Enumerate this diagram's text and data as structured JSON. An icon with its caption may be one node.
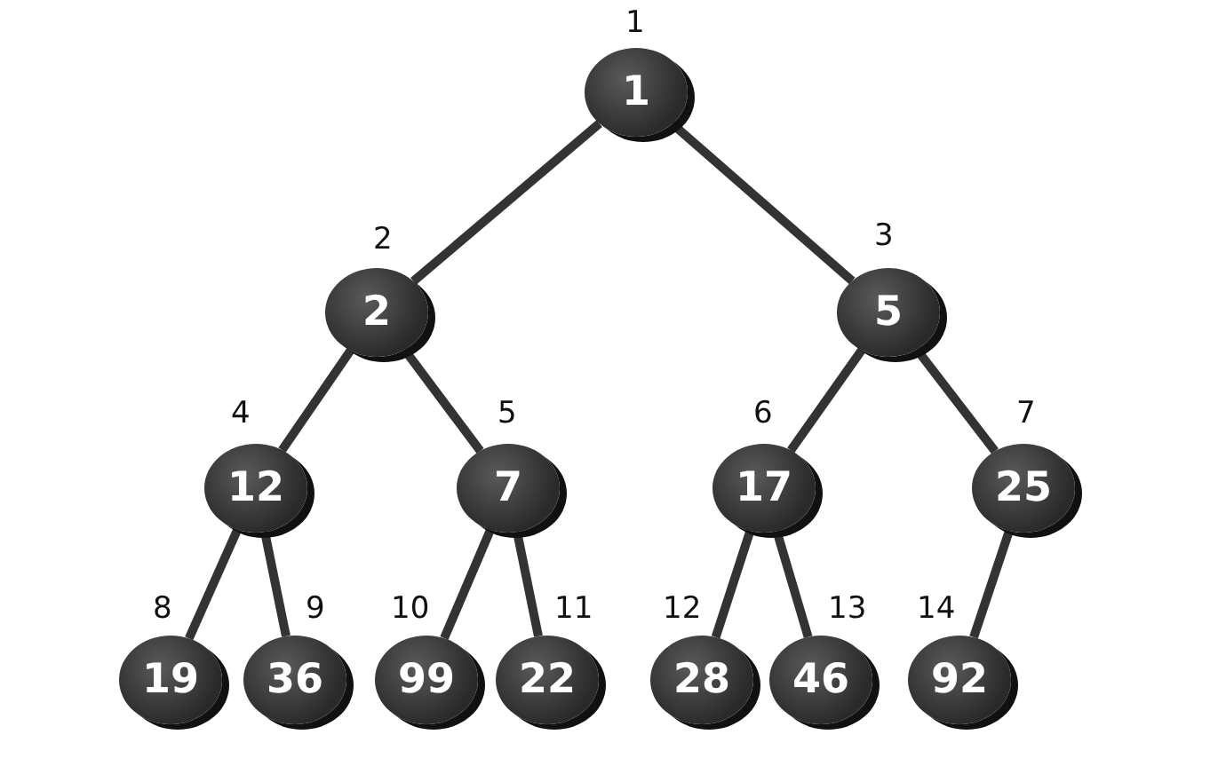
{
  "diagram": {
    "nodes": [
      {
        "text": [
          "1"
        ],
        "beside": [
          "1"
        ]
      },
      {
        "text": [
          "2"
        ],
        "beside": [
          "2"
        ]
      },
      {
        "text": [
          "5"
        ],
        "beside": [
          "3"
        ]
      },
      {
        "text": [
          "12"
        ],
        "beside": [
          "4"
        ]
      },
      {
        "text": [
          "7"
        ],
        "beside": [
          "5"
        ]
      },
      {
        "text": [
          "17"
        ],
        "beside": [
          "6"
        ]
      },
      {
        "text": [
          "25"
        ],
        "beside": [
          "7"
        ]
      },
      {
        "text": [
          "19"
        ],
        "beside": [
          "8"
        ]
      },
      {
        "text": [
          "36"
        ],
        "beside": [
          "9"
        ]
      },
      {
        "text": [
          "99"
        ],
        "beside": [
          "10"
        ]
      },
      {
        "text": [
          "22"
        ],
        "beside": [
          "11"
        ]
      },
      {
        "text": [
          "28"
        ],
        "beside": [
          "12"
        ]
      },
      {
        "text": [
          "46"
        ],
        "beside": [
          "13"
        ]
      },
      {
        "text": [
          "92"
        ],
        "beside": [
          "14"
        ]
      }
    ],
    "edges": [
      {
        "from": 0,
        "to": 1,
        "arrow": "none"
      },
      {
        "from": 0,
        "to": 2,
        "arrow": "none"
      },
      {
        "from": 1,
        "to": 3,
        "arrow": "none"
      },
      {
        "from": 1,
        "to": 4,
        "arrow": "none"
      },
      {
        "from": 2,
        "to": 5,
        "arrow": "none"
      },
      {
        "from": 2,
        "to": 6,
        "arrow": "none"
      },
      {
        "from": 3,
        "to": 7,
        "arrow": "none"
      },
      {
        "from": 3,
        "to": 8,
        "arrow": "none"
      },
      {
        "from": 4,
        "to": 9,
        "arrow": "none"
      },
      {
        "from": 4,
        "to": 10,
        "arrow": "none"
      },
      {
        "from": 5,
        "to": 11,
        "arrow": "none"
      },
      {
        "from": 5,
        "to": 12,
        "arrow": "none"
      },
      {
        "from": 6,
        "to": 13,
        "arrow": "none"
      }
    ]
  }
}
